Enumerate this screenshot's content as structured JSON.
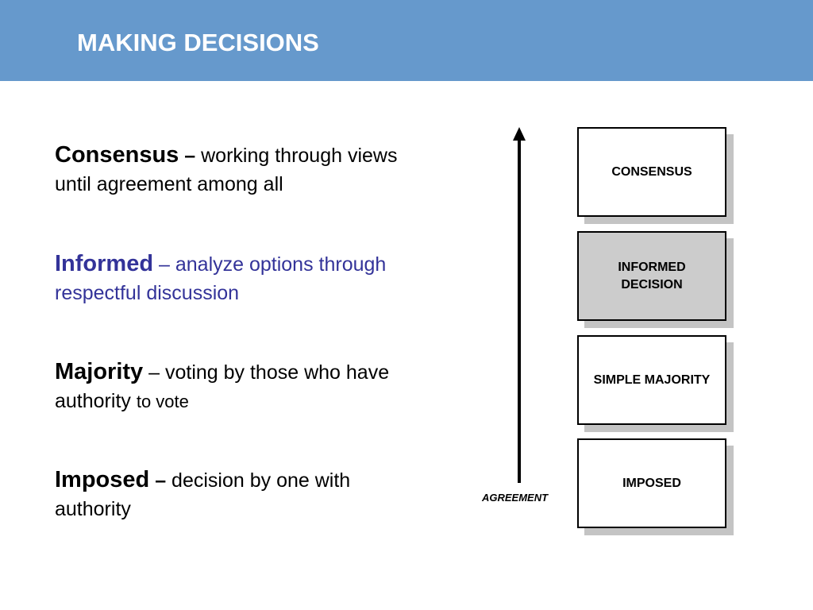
{
  "header": {
    "title": "MAKING DECISIONS"
  },
  "definitions": [
    {
      "term": "Consensus",
      "separator": " – ",
      "text": "working through views until agreement among all"
    },
    {
      "term": "Informed",
      "separator": " – ",
      "text": "analyze options through respectful discussion"
    },
    {
      "term": "Majority",
      "separator": " – ",
      "text": "voting by those who have authority ",
      "text_small": "to vote"
    },
    {
      "term": "Imposed",
      "separator": " – ",
      "text": "decision by one with authority"
    }
  ],
  "diagram": {
    "axis_label": "AGREEMENT",
    "levels": [
      {
        "label": "CONSENSUS"
      },
      {
        "label_line1": "INFORMED",
        "label_line2": "DECISION"
      },
      {
        "label": "SIMPLE MAJORITY"
      },
      {
        "label": "IMPOSED"
      }
    ]
  },
  "colors": {
    "header_bg": "#6699cc",
    "header_text": "#ffffff",
    "informed_text": "#333399",
    "highlight_box": "#cccccc",
    "box_shadow": "#c4c4c4"
  }
}
